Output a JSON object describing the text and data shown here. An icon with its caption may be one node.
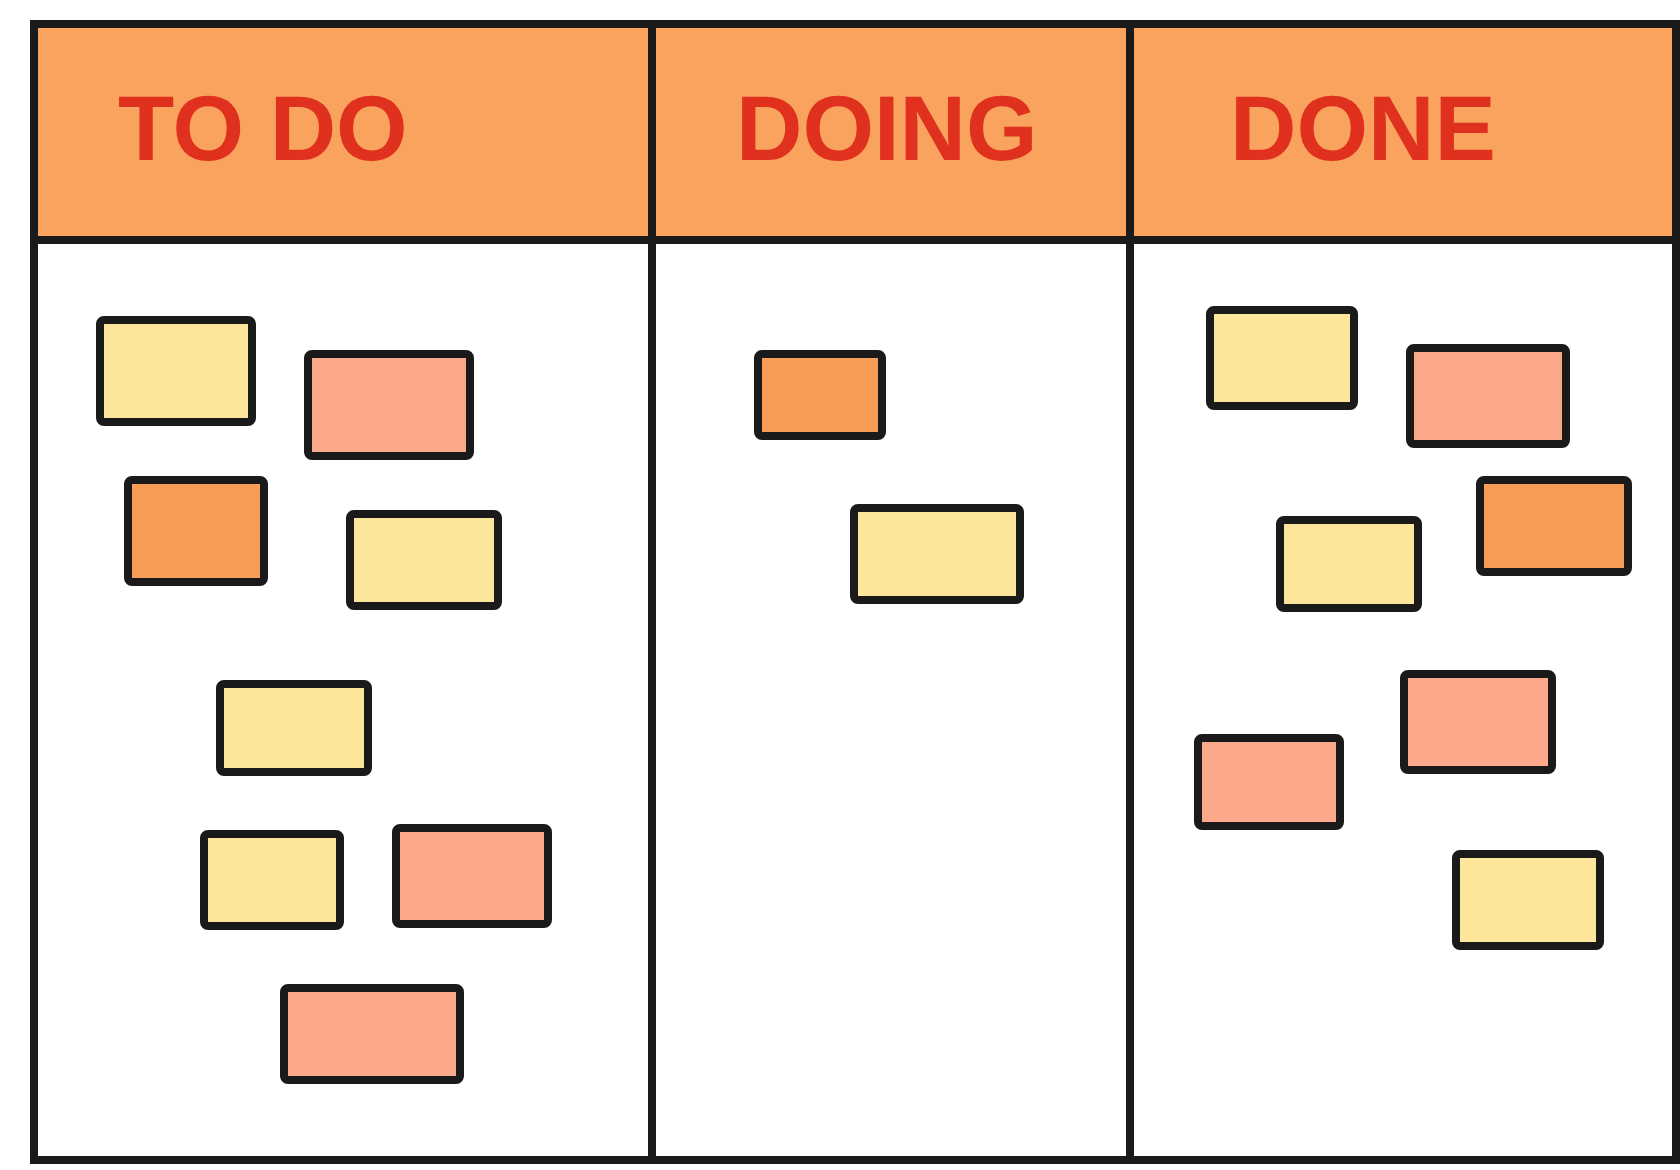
{
  "diagram": {
    "nodes": [
      {
        "text": [
          "TO DO"
        ]
      },
      {
        "text": [],
        "shape": "box",
        "in": 0
      },
      {
        "text": [],
        "shape": "box",
        "in": 0
      },
      {
        "text": [],
        "shape": "box",
        "in": 0
      },
      {
        "text": [],
        "shape": "box",
        "in": 0
      },
      {
        "text": [],
        "shape": "box",
        "in": 0
      },
      {
        "text": [],
        "shape": "box",
        "in": 0
      },
      {
        "text": [],
        "shape": "box",
        "in": 0
      },
      {
        "text": [],
        "shape": "box",
        "in": 0
      },
      {
        "text": [
          "DOING"
        ]
      },
      {
        "text": [],
        "shape": "box",
        "in": 9
      },
      {
        "text": [],
        "shape": "box",
        "in": 9
      },
      {
        "text": [
          "DONE"
        ]
      },
      {
        "text": [],
        "shape": "box",
        "in": 12
      },
      {
        "text": [],
        "shape": "box",
        "in": 12
      },
      {
        "text": [],
        "shape": "box",
        "in": 12
      },
      {
        "text": [],
        "shape": "box",
        "in": 12
      },
      {
        "text": [],
        "shape": "box",
        "in": 12
      },
      {
        "text": [],
        "shape": "box",
        "in": 12
      },
      {
        "text": [],
        "shape": "box",
        "in": 12
      }
    ]
  }
}
